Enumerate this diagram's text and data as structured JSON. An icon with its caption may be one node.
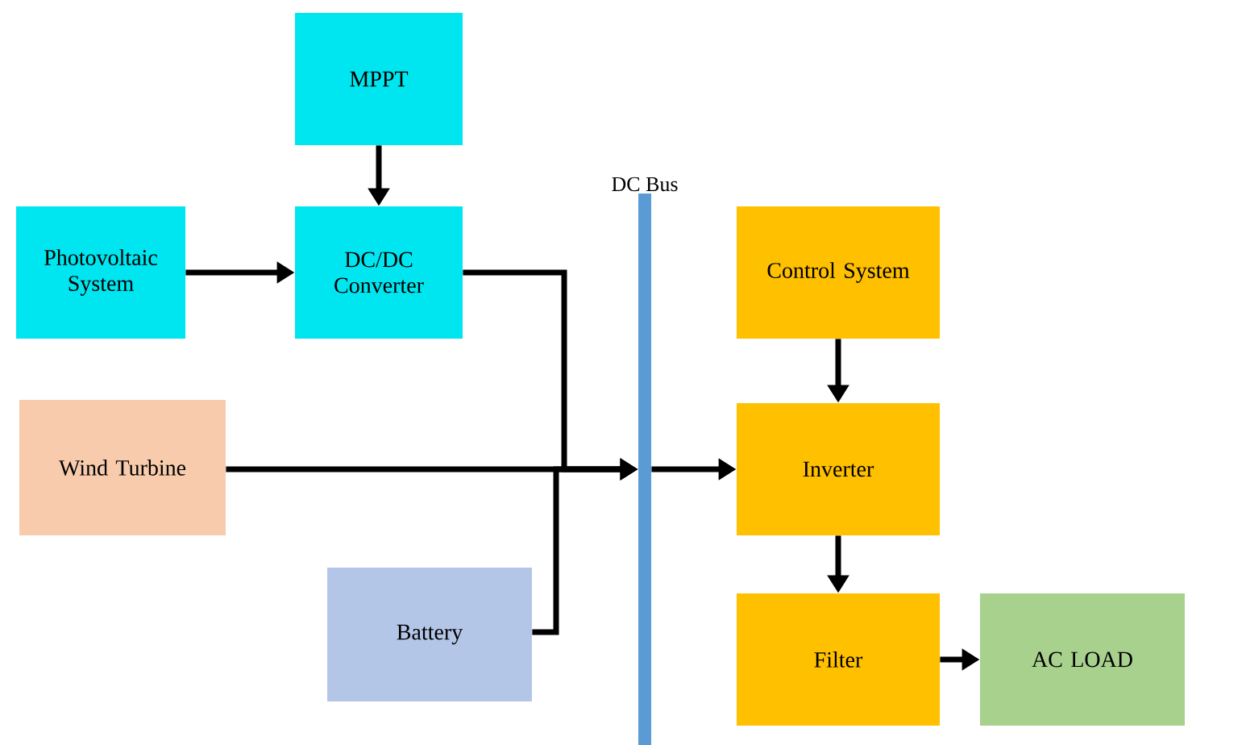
{
  "diagram": {
    "nodes": [
      {
        "text": [
          "MPPT"
        ]
      },
      {
        "text": [
          "Photovoltaic System"
        ]
      },
      {
        "text": [
          "DC/DC Converter"
        ]
      },
      {
        "text": [
          "Wind Turbine"
        ]
      },
      {
        "text": [
          "Battery"
        ]
      },
      {
        "text": [
          "DC Bus"
        ]
      },
      {
        "text": [
          "Control System"
        ]
      },
      {
        "text": [
          "Inverter"
        ]
      },
      {
        "text": [
          "Filter"
        ]
      },
      {
        "text": [
          "AC LOAD"
        ]
      }
    ],
    "edges": [
      {
        "from": 0,
        "to": 2,
        "arrow": "to"
      },
      {
        "from": 1,
        "to": 2,
        "arrow": "to"
      },
      {
        "from": 2,
        "to": 5,
        "arrow": "to"
      },
      {
        "from": 3,
        "to": 5,
        "arrow": "to"
      },
      {
        "from": 4,
        "to": 5,
        "arrow": "to"
      },
      {
        "from": 5,
        "to": 7,
        "arrow": "to"
      },
      {
        "from": 6,
        "to": 7,
        "arrow": "to"
      },
      {
        "from": 7,
        "to": 8,
        "arrow": "to"
      },
      {
        "from": 8,
        "to": 9,
        "arrow": "to"
      }
    ]
  }
}
